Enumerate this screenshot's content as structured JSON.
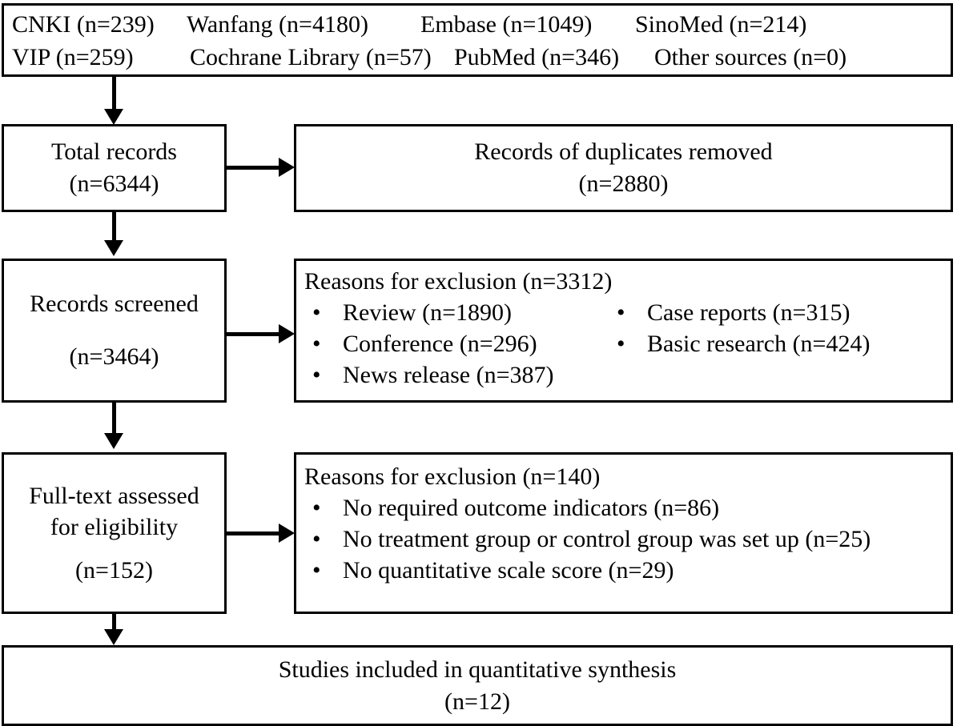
{
  "diagram": {
    "title": "PRISMA study selection flow diagram",
    "line_color": "#000000",
    "background": "#ffffff"
  },
  "sources_box": {
    "row1": [
      "CNKI (n=239)",
      "Wanfang (n=4180)",
      "Embase (n=1049)",
      "SinoMed (n=214)"
    ],
    "row2": [
      "VIP (n=259)",
      "Cochrane Library (n=57)",
      "PubMed (n=346)",
      "Other sources (n=0)"
    ]
  },
  "total_records_box": {
    "line1": "Total records",
    "line2": "(n=6344)"
  },
  "duplicates_box": {
    "line1": "Records of duplicates removed",
    "line2": "(n=2880)"
  },
  "records_screened_box": {
    "line1": "Records screened",
    "line2": "(n=3464)"
  },
  "screening_exclusion_box": {
    "title": "Reasons for exclusion (n=3312)",
    "bullet": "•",
    "column_a": [
      "Review (n=1890)",
      "Conference (n=296)",
      "News release (n=387)"
    ],
    "column_b": [
      "Case reports (n=315)",
      "Basic research (n=424)"
    ]
  },
  "fulltext_box": {
    "line1": "Full-text assessed",
    "line2": "for eligibility",
    "line3": "(n=152)"
  },
  "fulltext_exclusion_box": {
    "title": "Reasons for exclusion (n=140)",
    "bullet": "•",
    "items": [
      "No required outcome indicators (n=86)",
      "No treatment group or control group was set up (n=25)",
      "No quantitative scale score (n=29)"
    ]
  },
  "included_box": {
    "line1": "Studies included in quantitative synthesis",
    "line2": "(n=12)"
  }
}
